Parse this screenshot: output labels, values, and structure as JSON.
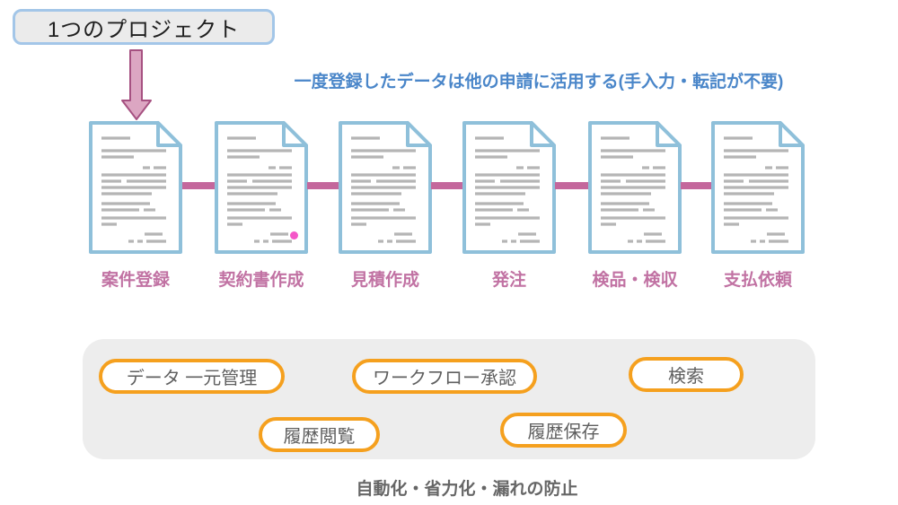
{
  "project_box": {
    "label": "1つのプロジェクト"
  },
  "heading": {
    "text": "一度登録したデータは他の申請に活用する(手入力・転記が不要)"
  },
  "workflow": {
    "steps": [
      {
        "label": "案件登録",
        "icon": "document-icon"
      },
      {
        "label": "契約書作成",
        "icon": "document-icon",
        "stamp_dot": true
      },
      {
        "label": "見積作成",
        "icon": "document-icon"
      },
      {
        "label": "発注",
        "icon": "document-icon"
      },
      {
        "label": "検品・検収",
        "icon": "document-icon"
      },
      {
        "label": "支払依頼",
        "icon": "document-icon"
      }
    ]
  },
  "features": {
    "row1": [
      "データ 一元管理",
      "ワークフロー承認",
      "検索"
    ],
    "row2": [
      "履歴閲覧",
      "履歴保存"
    ]
  },
  "footer": {
    "text": "自動化・省力化・漏れの防止"
  },
  "colors": {
    "box_border_blue": "#a3c6e8",
    "heading_blue": "#4a86c9",
    "step_label_pink": "#c172a3",
    "connector_pink": "#c4679c",
    "arrow_fill": "#dca6c2",
    "arrow_stroke": "#a65181",
    "doc_border_blue": "#8fc0da",
    "doc_line_gray": "#b5b5b5",
    "panel_gray": "#ededed",
    "pill_orange": "#f5a01e",
    "pill_text_gray": "#5f5f5f",
    "footer_gray": "#666666",
    "stamp_pink": "#f457c8"
  }
}
